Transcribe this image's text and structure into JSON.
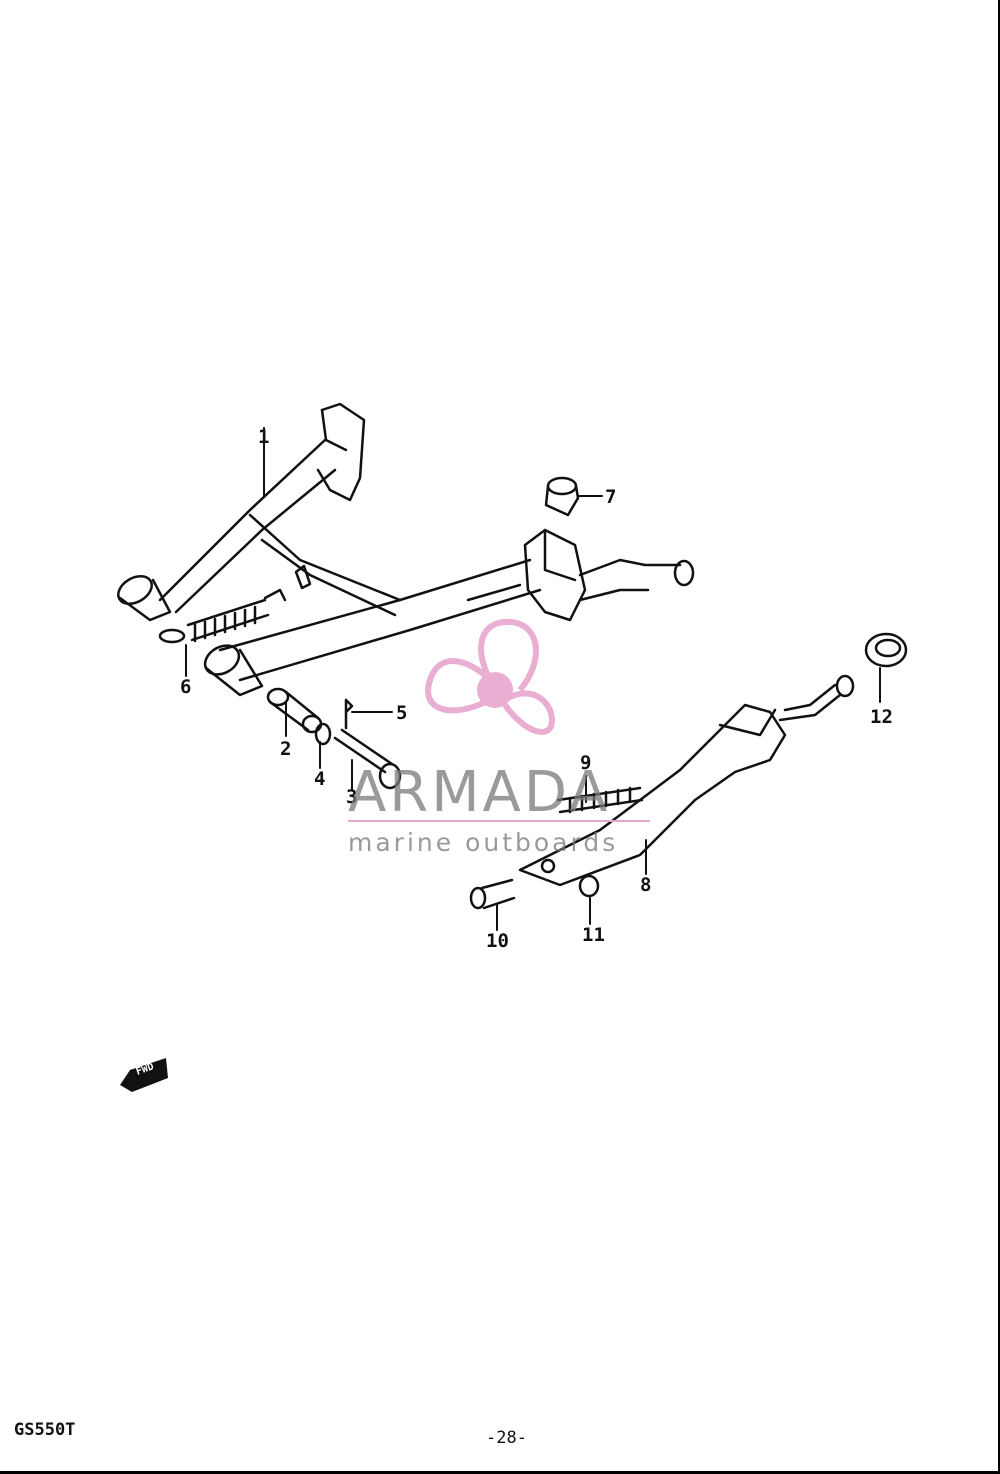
{
  "callouts": [
    {
      "id": "1",
      "label": "1"
    },
    {
      "id": "2",
      "label": "2"
    },
    {
      "id": "3",
      "label": "3"
    },
    {
      "id": "4",
      "label": "4"
    },
    {
      "id": "5",
      "label": "5"
    },
    {
      "id": "6",
      "label": "6"
    },
    {
      "id": "7",
      "label": "7"
    },
    {
      "id": "8",
      "label": "8"
    },
    {
      "id": "9",
      "label": "9"
    },
    {
      "id": "10",
      "label": "10"
    },
    {
      "id": "11",
      "label": "11"
    },
    {
      "id": "12",
      "label": "12"
    }
  ],
  "fwd_badge": "FWD",
  "watermark": {
    "brand": "ARMADA",
    "tagline": "marine outboards",
    "logo_color": "#e8a6cf"
  },
  "footer": {
    "model": "GS550T",
    "page": "-28-"
  }
}
